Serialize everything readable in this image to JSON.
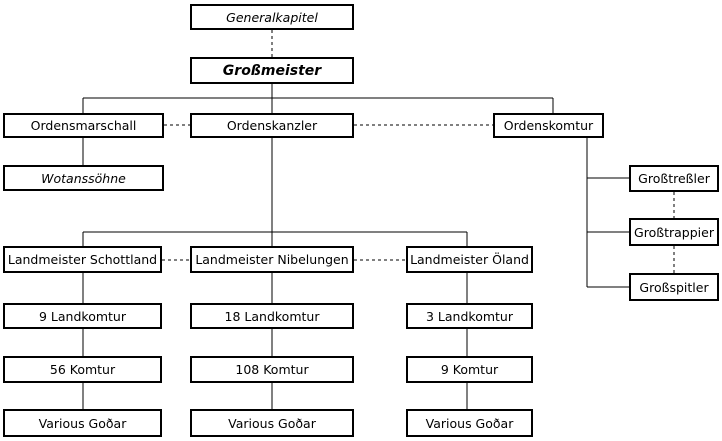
{
  "nodes": {
    "generalkapitel": "Generalkapitel",
    "grossmeister": "Großmeister",
    "ordensmarschall": "Ordensmarschall",
    "ordenskanzler": "Ordenskanzler",
    "ordenskomtur": "Ordenskomtur",
    "wotanssoehne": "Wotanssöhne",
    "grosstressler": "Großtreßler",
    "grosstrappier": "Großtrappier",
    "grossspitler": "Großspitler",
    "lm_schottland": "Landmeister Schottland",
    "lm_nibelungen": "Landmeister Nibelungen",
    "lm_oeland": "Landmeister Öland",
    "lk_schottland": "9 Landkomtur",
    "lk_nibelungen": "18 Landkomtur",
    "lk_oeland": "3 Landkomtur",
    "k_schottland": "56 Komtur",
    "k_nibelungen": "108 Komtur",
    "k_oeland": "9 Komtur",
    "g_schottland": "Various Goðar",
    "g_nibelungen": "Various Goðar",
    "g_oeland": "Various Goðar"
  },
  "colors": {
    "line": "#000000",
    "box_border": "#000000",
    "background": "#ffffff"
  }
}
